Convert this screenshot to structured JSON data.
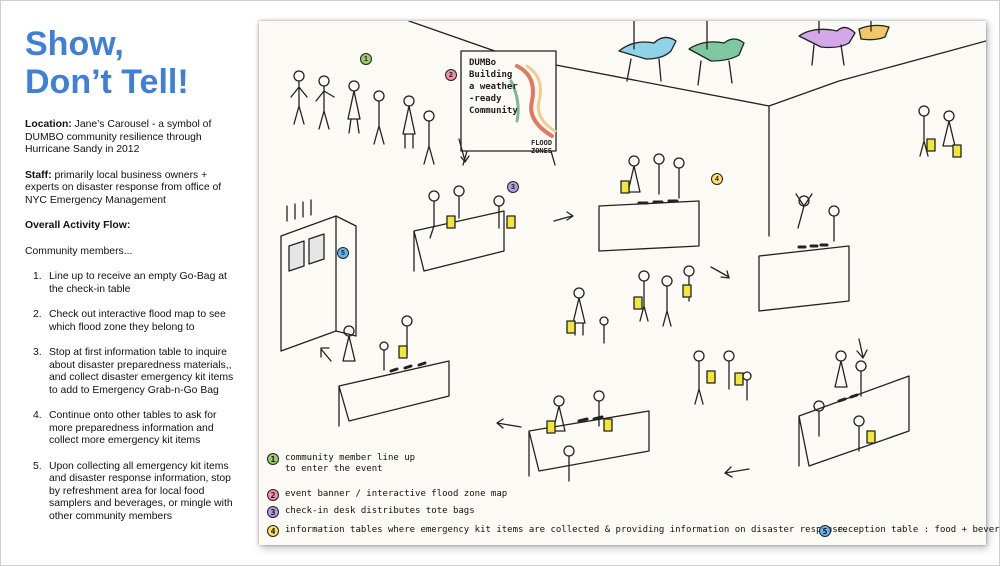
{
  "title": {
    "line1": "Show,",
    "line2": "Don’t Tell!"
  },
  "location": {
    "label": "Location:",
    "text": " Jane’s Carousel - a symbol of DUMBO community resilience through Hurricane Sandy in 2012"
  },
  "staff": {
    "label": "Staff:",
    "text": " primarily local business owners + experts on disaster response from office of NYC Emergency Management"
  },
  "activity_heading": "Overall Activity Flow:",
  "community_intro": "Community members...",
  "steps": [
    {
      "num": "1.",
      "text": "Line up to receive an empty Go-Bag at the check-in table"
    },
    {
      "num": "2.",
      "text": "Check out interactive flood map to see which flood zone they belong to"
    },
    {
      "num": "3.",
      "text": "Stop at first information table to inquire about disaster preparedness materials,, and collect disaster emergency kit items to add to Emergency Grab-n-Go Bag"
    },
    {
      "num": "4.",
      "text": "Continue onto other tables to ask for more preparedness information and collect more emergency kit items"
    },
    {
      "num": "5.",
      "text": "Upon collecting all emergency kit items and disaster response information, stop by refreshment area for local food samplers and beverages, or mingle with other community members"
    }
  ],
  "banner": {
    "lines": [
      "DUMBo",
      "Building",
      "a weather",
      "-ready",
      "Community"
    ],
    "flood_label": [
      "FLOOD",
      "ZONES"
    ]
  },
  "legend": {
    "item1": {
      "num": "1",
      "line1": "community member line up",
      "line2": "to enter the event"
    },
    "item2": {
      "num": "2",
      "text": "event banner / interactive flood zone map"
    },
    "item3": {
      "num": "3",
      "text": "check-in desk distributes tote bags"
    },
    "item4": {
      "num": "4",
      "text": "information tables where emergency kit items are collected & providing information on disaster response."
    },
    "item5": {
      "num": "5",
      "text": "reception table : food + beverages"
    }
  },
  "markers": {
    "m1": "1",
    "m2": "2",
    "m3": "3",
    "m4": "4",
    "m5": "5"
  },
  "colors": {
    "title": "#3f7fd8",
    "legend1": "#9ccc65",
    "legend2": "#f48fb1",
    "legend3": "#b39ddb",
    "legend4": "#ffe066",
    "legend5": "#64b5f6",
    "bag": "#f2e63b"
  }
}
